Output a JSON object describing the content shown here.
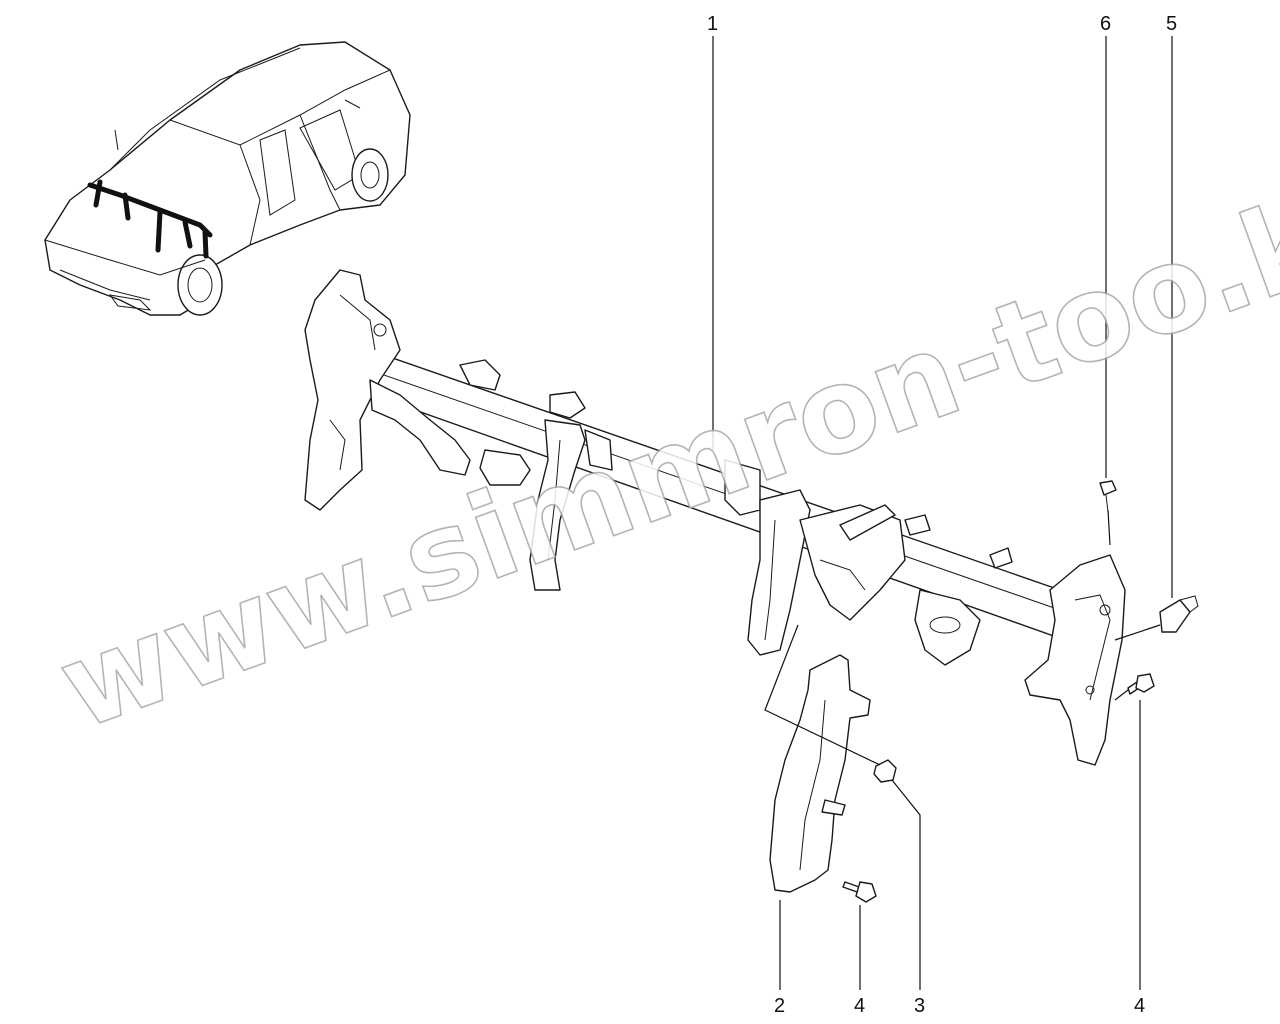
{
  "diagram": {
    "callouts": [
      {
        "id": "1",
        "label": "1"
      },
      {
        "id": "2",
        "label": "2"
      },
      {
        "id": "3",
        "label": "3"
      },
      {
        "id": "4a",
        "label": "4"
      },
      {
        "id": "4b",
        "label": "4"
      },
      {
        "id": "5",
        "label": "5"
      },
      {
        "id": "6",
        "label": "6"
      }
    ],
    "watermark": "www.simmron-too.kz",
    "line_color": "#1a1a1a",
    "watermark_color": "#a8a8a8",
    "background": "#ffffff"
  }
}
